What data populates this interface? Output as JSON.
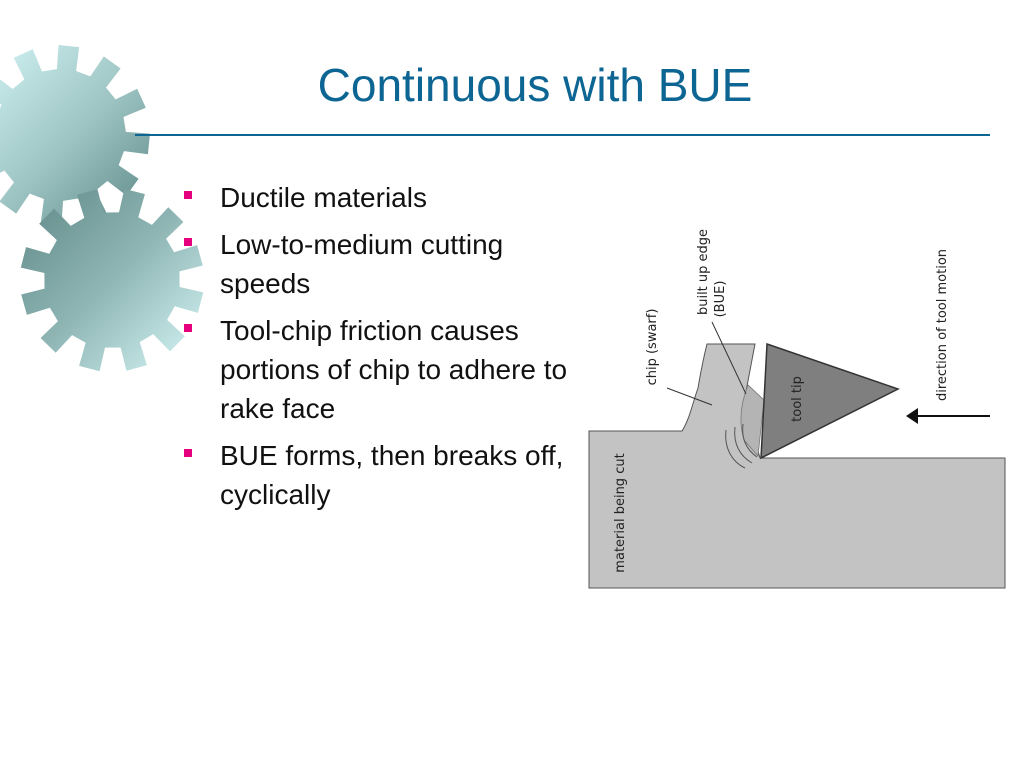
{
  "title": "Continuous with BUE",
  "bullets": [
    "Ductile materials",
    "Low-to-medium cutting speeds",
    "Tool-chip friction causes portions of chip to adhere to rake face",
    "BUE forms, then breaks off, cyclically"
  ],
  "diagram": {
    "labels": {
      "chip": "chip (swarf)",
      "bue_line1": "built up edge",
      "bue_line2": "(BUE)",
      "tool_tip": "tool tip",
      "tool_motion": "direction of tool motion",
      "material": "material being cut"
    }
  },
  "colors": {
    "title": "#0c6592",
    "bullet_marker": "#e6007e",
    "gear_dark": "#6f9594",
    "gear_light": "#d6f7f8",
    "material_fill": "#c3c3c3",
    "tool_fill": "#7f7f7f"
  }
}
